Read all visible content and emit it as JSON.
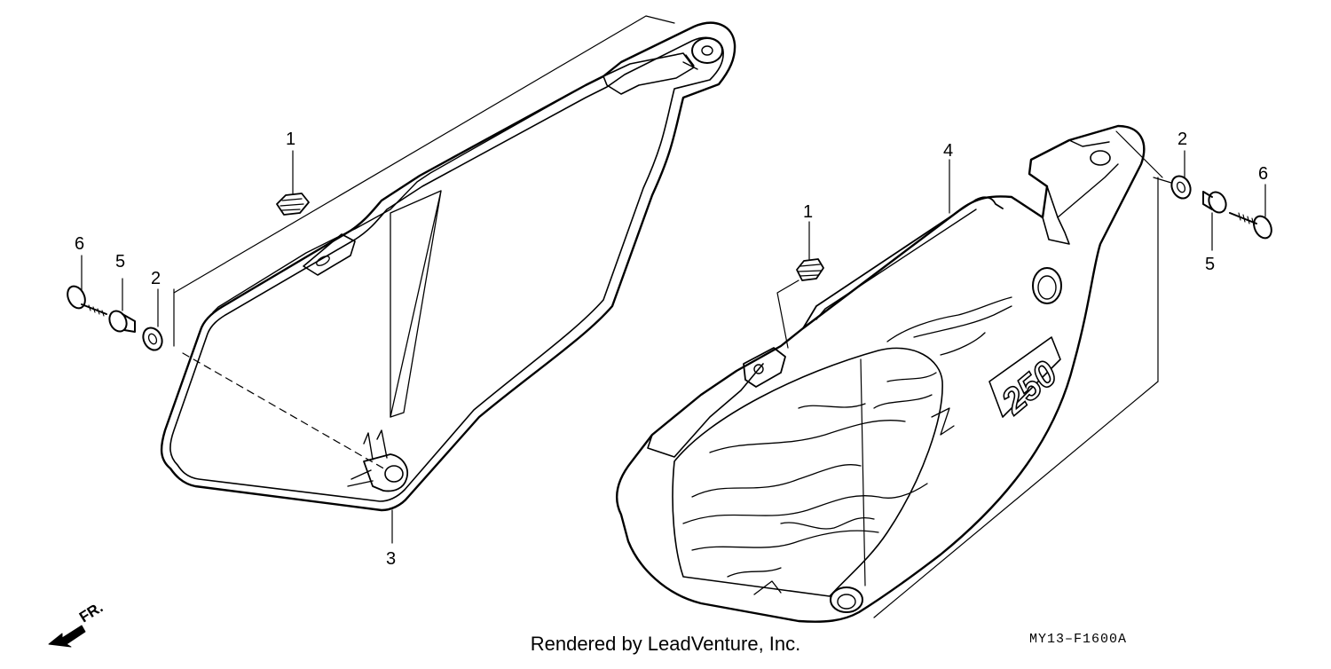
{
  "callouts": {
    "left_grommet": "1",
    "left_collar": "2",
    "left_bolt": "6",
    "left_washer": "5",
    "left_cover": "3",
    "right_grommet": "1",
    "right_cover": "4",
    "right_collar": "2",
    "right_bolt": "6",
    "right_washer": "5"
  },
  "decal_text": "250",
  "direction_label": "FR.",
  "footer_text": "Rendered by LeadVenture, Inc.",
  "diagram_code": "MY13–F1600A"
}
